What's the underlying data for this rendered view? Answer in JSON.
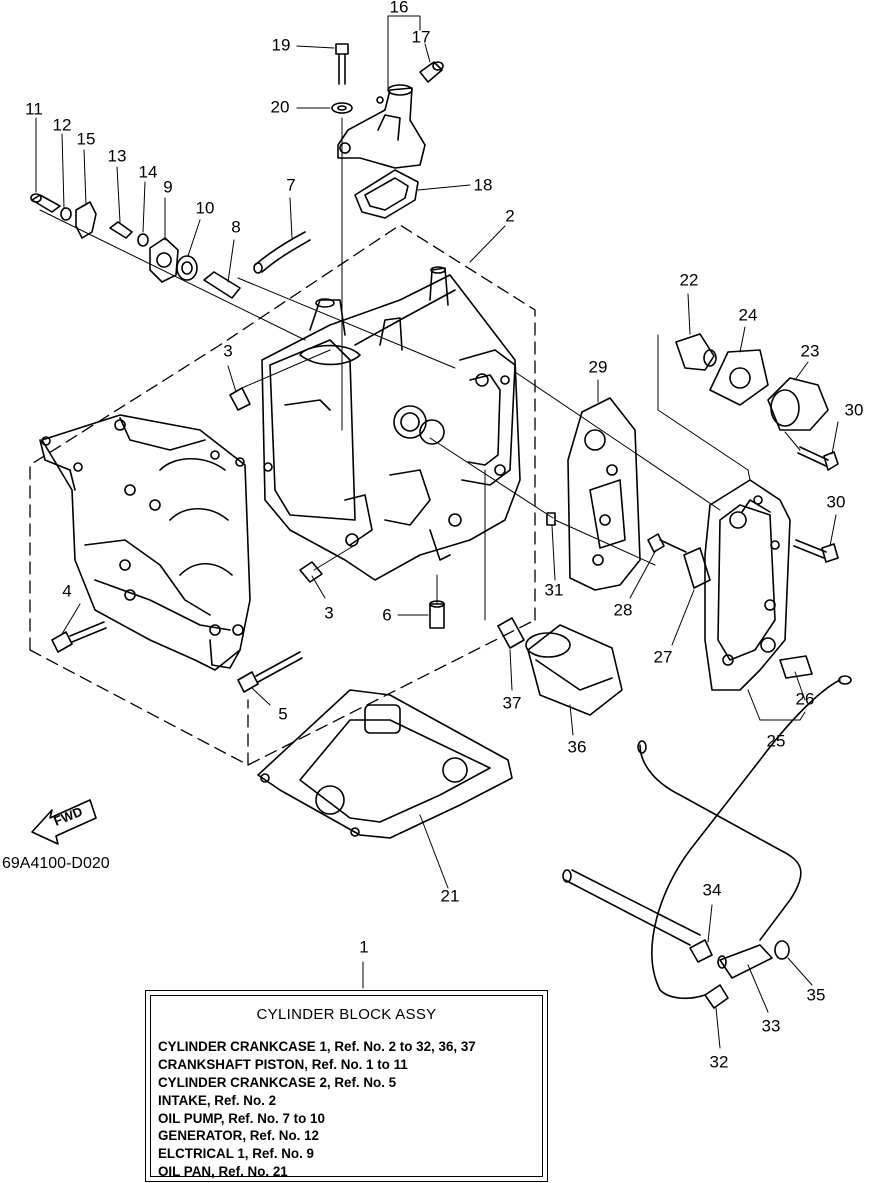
{
  "diagram": {
    "drawing_code": "69A4100-D020",
    "fwd_label": "FWD",
    "callouts": [
      "1",
      "2",
      "3",
      "3",
      "4",
      "5",
      "6",
      "7",
      "8",
      "9",
      "10",
      "11",
      "12",
      "13",
      "14",
      "15",
      "16",
      "17",
      "18",
      "19",
      "20",
      "21",
      "22",
      "23",
      "24",
      "25",
      "26",
      "27",
      "28",
      "29",
      "30",
      "30",
      "31",
      "32",
      "33",
      "34",
      "35",
      "36",
      "37"
    ]
  },
  "legend": {
    "title": "CYLINDER BLOCK ASSY",
    "lines": [
      "CYLINDER CRANKCASE 1, Ref. No. 2 to 32, 36, 37",
      "CRANKSHAFT PISTON,  Ref. No. 1 to 11",
      "CYLINDER CRANKCASE 2, Ref. No. 5",
      "INTAKE,  Ref. No. 2",
      "OIL PUMP,  Ref. No. 7 to 10",
      "GENERATOR,  Ref. No. 12",
      "ELCTRICAL 1, Ref. No. 9",
      "OIL PAN,  Ref. No. 21"
    ]
  }
}
